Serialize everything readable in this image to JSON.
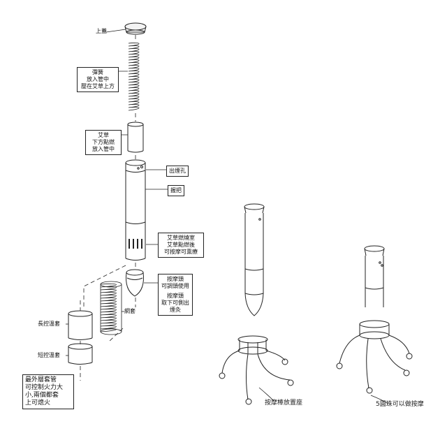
{
  "parts": {
    "top_cap": "上蓋",
    "spring": [
      "彈簧",
      "放入管中",
      "壓在艾草上方"
    ],
    "mugwort": [
      "艾草",
      "下方點燃",
      "放入管中"
    ],
    "smoke_hole": "出煙孔",
    "handle": "握把",
    "chamber": [
      "艾草燃燒室",
      "艾草點燃後",
      "可按摩可熏療"
    ],
    "massage_head": [
      "按摩頭",
      "可調頭使用",
      "按摩頭",
      "取下可側出",
      "煙灸"
    ],
    "mesh_sleeve": "網套",
    "long_sleeve": "長控溫套",
    "short_sleeve": "短控溫套",
    "sleeve_note": [
      "最外層套管",
      "可控制火力大",
      "小,兩個都套",
      "上可熄火"
    ]
  },
  "captions": {
    "stand": "按摩棒放置座",
    "balls": "5圓珠可以做按摩"
  }
}
